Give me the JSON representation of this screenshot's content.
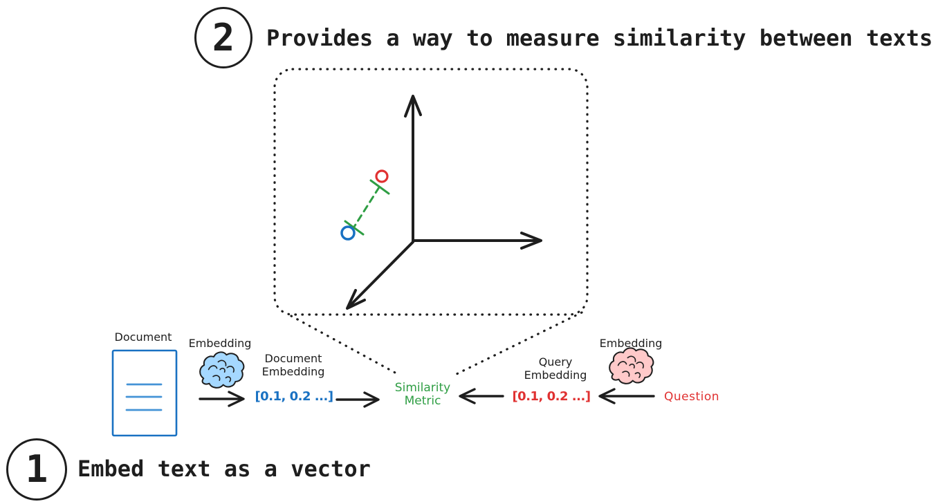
{
  "colors": {
    "ink": "#1e1e1e",
    "blue": "#1971c2",
    "blue_light": "#4493d6",
    "blue_fill": "#a5d8ff",
    "red": "#e03131",
    "pink_fill": "#ffc9c9",
    "green": "#2f9e44"
  },
  "step2": {
    "number": "2",
    "caption": "Provides a way to measure similarity between texts"
  },
  "step1": {
    "number": "1",
    "caption": "Embed text as a vector"
  },
  "flow": {
    "document_label": "Document",
    "embedding_left_label": "Embedding",
    "document_embedding_label": {
      "line1": "Document",
      "line2": "Embedding"
    },
    "document_vector": "[0.1, 0.2 ...]",
    "similarity_metric_label": {
      "line1": "Similarity",
      "line2": "Metric"
    },
    "query_embedding_label": {
      "line1": "Query",
      "line2": "Embedding"
    },
    "query_vector": "[0.1, 0.2 ...]",
    "embedding_right_label": "Embedding",
    "question_label": "Question"
  },
  "icons": {
    "document": "document-icon",
    "embedding_left": "brain-icon",
    "embedding_right": "brain-icon",
    "zoom_bubble": "speech-bubble-dotted",
    "axes": "3d-axes-icon"
  }
}
